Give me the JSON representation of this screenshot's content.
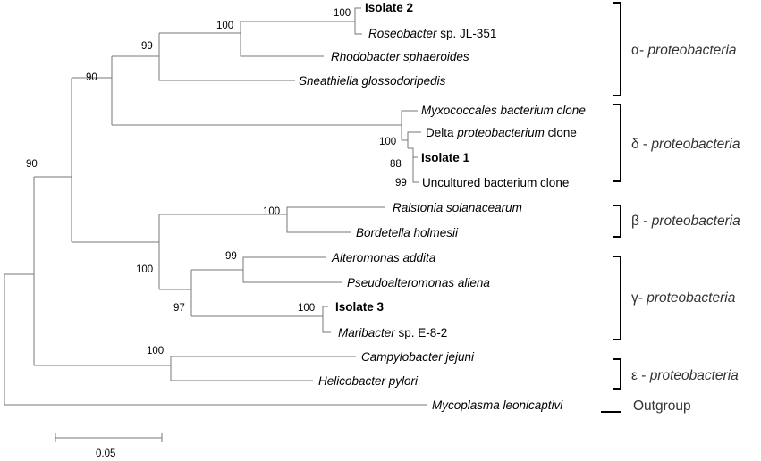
{
  "tree": {
    "tips": [
      {
        "id": "isolate2",
        "parts": [
          {
            "t": "Isolate 2",
            "s": "bold"
          }
        ]
      },
      {
        "id": "roseobacter",
        "parts": [
          {
            "t": "Roseobacter",
            "s": "italic"
          },
          {
            "t": " sp. JL-351",
            "s": "normal"
          }
        ]
      },
      {
        "id": "rhodobacter",
        "parts": [
          {
            "t": "Rhodobacter sphaeroides",
            "s": "italic"
          }
        ]
      },
      {
        "id": "sneathiella",
        "parts": [
          {
            "t": "Sneathiella glossodoripedis",
            "s": "italic"
          }
        ]
      },
      {
        "id": "myxococcales",
        "parts": [
          {
            "t": "Myxococcales bacterium clone",
            "s": "italic"
          }
        ]
      },
      {
        "id": "delta",
        "parts": [
          {
            "t": "Delta ",
            "s": "normal"
          },
          {
            "t": "proteobacterium",
            "s": "italic"
          },
          {
            "t": " clone",
            "s": "normal"
          }
        ]
      },
      {
        "id": "isolate1",
        "parts": [
          {
            "t": "Isolate 1",
            "s": "bold"
          }
        ]
      },
      {
        "id": "uncultured",
        "parts": [
          {
            "t": "Uncultured bacterium clone",
            "s": "normal"
          }
        ]
      },
      {
        "id": "ralstonia",
        "parts": [
          {
            "t": "Ralstonia solanacearum",
            "s": "italic"
          }
        ]
      },
      {
        "id": "bordetella",
        "parts": [
          {
            "t": "Bordetella holmesii",
            "s": "italic"
          }
        ]
      },
      {
        "id": "alteromonas",
        "parts": [
          {
            "t": "Alteromonas addita",
            "s": "italic"
          }
        ]
      },
      {
        "id": "pseudoalteromonas",
        "parts": [
          {
            "t": "Pseudoalteromonas aliena",
            "s": "italic"
          }
        ]
      },
      {
        "id": "isolate3",
        "parts": [
          {
            "t": "Isolate 3",
            "s": "bold"
          }
        ]
      },
      {
        "id": "maribacter",
        "parts": [
          {
            "t": "Maribacter",
            "s": "italic"
          },
          {
            "t": " sp. E-8-2",
            "s": "normal"
          }
        ]
      },
      {
        "id": "campylobacter",
        "parts": [
          {
            "t": "Campylobacter jejuni",
            "s": "italic"
          }
        ]
      },
      {
        "id": "helicobacter",
        "parts": [
          {
            "t": "Helicobacter pylori",
            "s": "italic"
          }
        ]
      },
      {
        "id": "mycoplasma",
        "parts": [
          {
            "t": "Mycoplasma leonicaptivi",
            "s": "italic"
          }
        ]
      }
    ],
    "bootstrap": {
      "isolate2_roseobacter": "100",
      "alpha_inner": "100",
      "alpha_mid": "99",
      "alpha_delta": "90",
      "delta_top": "100",
      "delta_mid": "88",
      "delta_bottom": "99",
      "ingroup": "90",
      "beta": "100",
      "gamma_alteromonas": "99",
      "beta_gamma": "100",
      "gamma": "97",
      "isolate3_maribacter": "100",
      "epsilon": "100"
    },
    "groups": [
      {
        "id": "alpha",
        "parts": [
          {
            "t": "α- ",
            "s": "normal"
          },
          {
            "t": "proteobacteria",
            "s": "italic"
          }
        ]
      },
      {
        "id": "delta",
        "parts": [
          {
            "t": "δ - ",
            "s": "normal"
          },
          {
            "t": "proteobacteria",
            "s": "italic"
          }
        ]
      },
      {
        "id": "beta",
        "parts": [
          {
            "t": "β - ",
            "s": "normal"
          },
          {
            "t": "proteobacteria",
            "s": "italic"
          }
        ]
      },
      {
        "id": "gamma",
        "parts": [
          {
            "t": "γ- ",
            "s": "normal"
          },
          {
            "t": "proteobacteria",
            "s": "italic"
          }
        ]
      },
      {
        "id": "epsilon",
        "parts": [
          {
            "t": "ε - ",
            "s": "normal"
          },
          {
            "t": "proteobacteria",
            "s": "italic"
          }
        ]
      },
      {
        "id": "outgroup",
        "parts": [
          {
            "t": "Outgroup",
            "s": "normal"
          }
        ]
      }
    ],
    "scale_bar": {
      "label": "0.05"
    }
  }
}
